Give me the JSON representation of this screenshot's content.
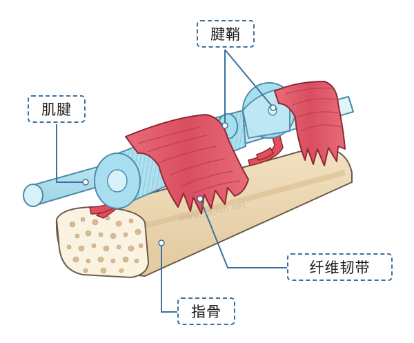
{
  "labels": {
    "tendon_sheath": "腱鞘",
    "tendon": "肌腱",
    "fibrous_ligament": "纤维韧带",
    "phalanx": "指骨"
  },
  "watermark": "www.39jian.net",
  "colors": {
    "label_border": "#3c6f9c",
    "leader_line": "#3c6f9c",
    "bone_surface": "#e8d3b1",
    "bone_marrow": "#fbf3e2",
    "tendon": "#c9ecf5",
    "sheath": "#a8dff0",
    "ligament": "#e0606e",
    "vessel": "#e0505c"
  }
}
